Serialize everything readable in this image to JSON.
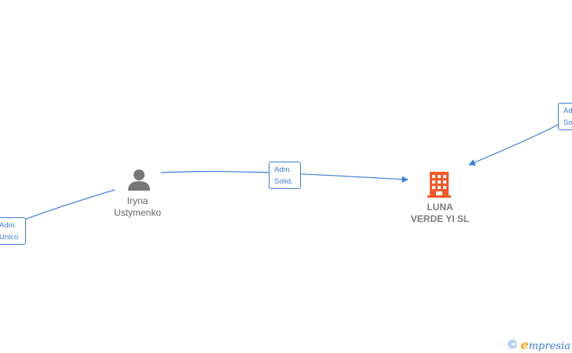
{
  "nodes": {
    "person": {
      "name_line1": "Iryna",
      "name_line2": "Ustymenko",
      "icon": "person-icon",
      "color": "#777777"
    },
    "company": {
      "name_line1": "LUNA",
      "name_line2": "VERDE YI  SL",
      "icon": "building-icon",
      "color": "#f15a2b"
    }
  },
  "edges": {
    "solid": {
      "line1": "Adm.",
      "line2": "Solid."
    },
    "unico": {
      "line1": "Adm.",
      "line2": "Unico"
    },
    "right": {
      "line1": "Adm.",
      "line2": "Solid."
    }
  },
  "colors": {
    "edge": "#3b7dd8",
    "label_text": "#666666"
  },
  "footer": {
    "copyright_symbol": "©",
    "brand_first": "e",
    "brand_rest": "mpresia"
  }
}
